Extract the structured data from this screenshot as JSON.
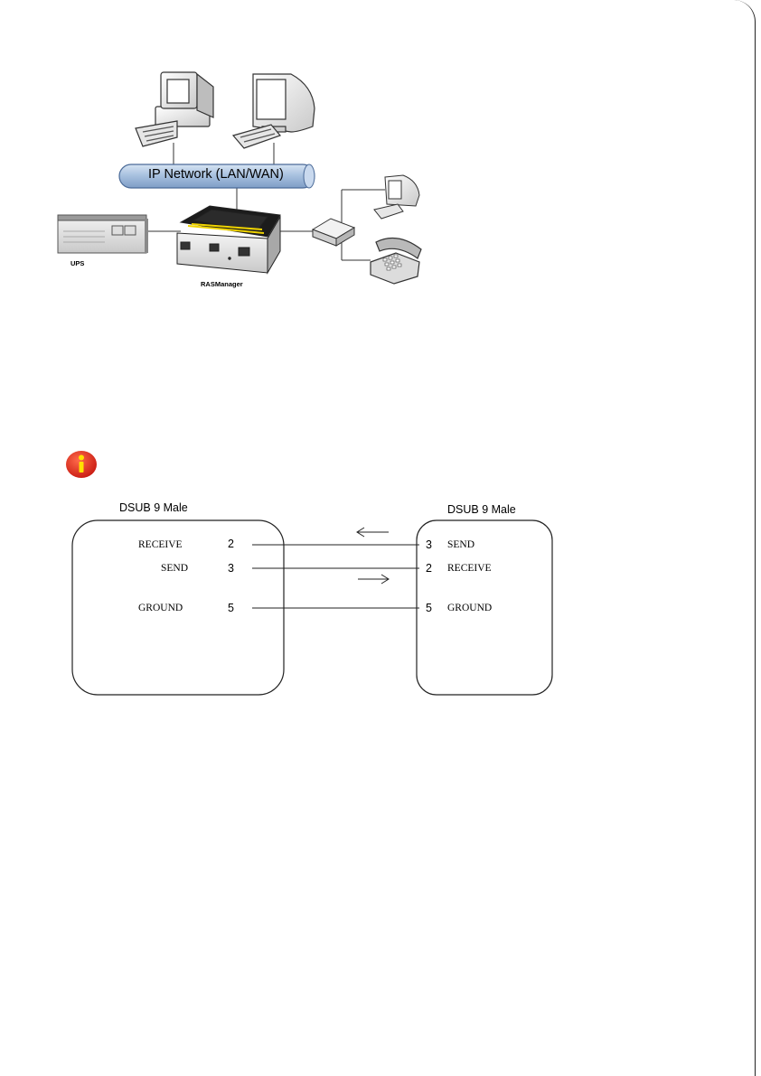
{
  "network_diagram": {
    "network_label": "IP Network (LAN/WAN)",
    "ups_label": "UPS",
    "device_label": "RASManager"
  },
  "info_icon": {
    "icon": "info-icon",
    "color": "#e0201b"
  },
  "serial_diagram": {
    "left_connector": {
      "title": "DSUB 9 Male",
      "pins": [
        {
          "name": "RECEIVE",
          "number": "2"
        },
        {
          "name": "SEND",
          "number": "3"
        },
        {
          "name": "GROUND",
          "number": "5"
        }
      ]
    },
    "right_connector": {
      "title": "DSUB 9 Male",
      "pins": [
        {
          "name": "SEND",
          "number": "3"
        },
        {
          "name": "RECEIVE",
          "number": "2"
        },
        {
          "name": "GROUND",
          "number": "5"
        }
      ]
    },
    "arrows": [
      "left-arrow",
      "right-arrow"
    ]
  }
}
